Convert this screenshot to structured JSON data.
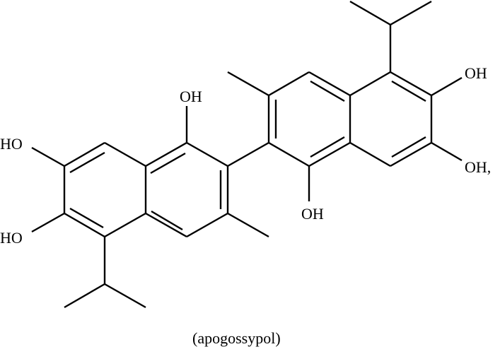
{
  "figure": {
    "compound_name": "(apogossypol)",
    "stroke_color": "#000000",
    "background": "#ffffff",
    "labels": {
      "left_top_oh": "OH",
      "left_ho_upper": "HO",
      "left_ho_lower": "HO",
      "right_bottom_oh": "OH",
      "right_oh_upper": "OH",
      "right_oh_lower": "OH,"
    }
  }
}
